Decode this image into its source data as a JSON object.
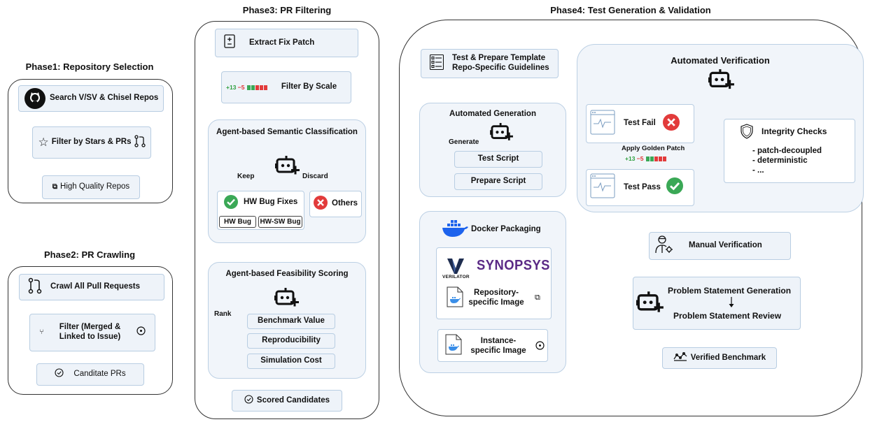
{
  "phase1": {
    "title": "Phase1: Repository Selection",
    "search": "Search V/SV & Chisel Repos",
    "filter_stars": "Filter by Stars & PRs",
    "high_quality": "High Quality Repos"
  },
  "phase2": {
    "title": "Phase2: PR Crawling",
    "crawl": "Crawl All Pull Requests",
    "filter_merged": "Filter (Merged & Linked to Issue)",
    "candidate": "Canditate PRs"
  },
  "phase3": {
    "title": "Phase3: PR Filtering",
    "extract": "Extract Fix Patch",
    "filter_scale": "Filter By Scale",
    "diff_plus": "+13",
    "diff_minus": "−5",
    "semantic_title": "Agent-based Semantic Classification",
    "keep": "Keep",
    "discard": "Discard",
    "hw_bug_fixes": "HW Bug Fixes",
    "others": "Others",
    "hw_bug": "HW Bug",
    "hw_sw_bug": "HW-SW Bug",
    "feasibility_title": "Agent-based Feasibility Scoring",
    "rank": "Rank",
    "benchmark_value": "Benchmark Value",
    "reproducibility": "Reproducibility",
    "simulation_cost": "Simulation Cost",
    "scored": "Scored Candidates"
  },
  "phase4": {
    "title": "Phase4: Test Generation & Validation",
    "template_line1": "Test & Prepare Template",
    "template_line2": "Repo-Specific Guidelines",
    "auto_gen_title": "Automated Generation",
    "generate": "Generate",
    "test_script": "Test Script",
    "prepare_script": "Prepare Script",
    "docker_title": "Docker Packaging",
    "verilator": "VERILATOR",
    "synopsys": "SYNOPSYS",
    "repo_image": "Repository-specific Image",
    "instance_image": "Instance-specific Image",
    "auto_verif_title": "Automated Verification",
    "test_fail": "Test Fail",
    "apply_golden": "Apply Golden Patch",
    "diff_plus": "+13",
    "diff_minus": "−5",
    "test_pass": "Test Pass",
    "integrity_title": "Integrity Checks",
    "integrity_items": [
      "- patch-decoupled",
      "- deterministic",
      "- ..."
    ],
    "manual": "Manual Verification",
    "ps_gen": "Problem Statement Generation",
    "ps_review": "Problem Statement Review",
    "verified": "Verified Benchmark"
  },
  "colors": {
    "panel_bg": "#f1f5fa",
    "box_border": "#b8cde2",
    "green": "#3aa856",
    "red": "#e23b3b",
    "docker_blue": "#1d63ed",
    "synopsys_purple": "#5b2a86"
  }
}
